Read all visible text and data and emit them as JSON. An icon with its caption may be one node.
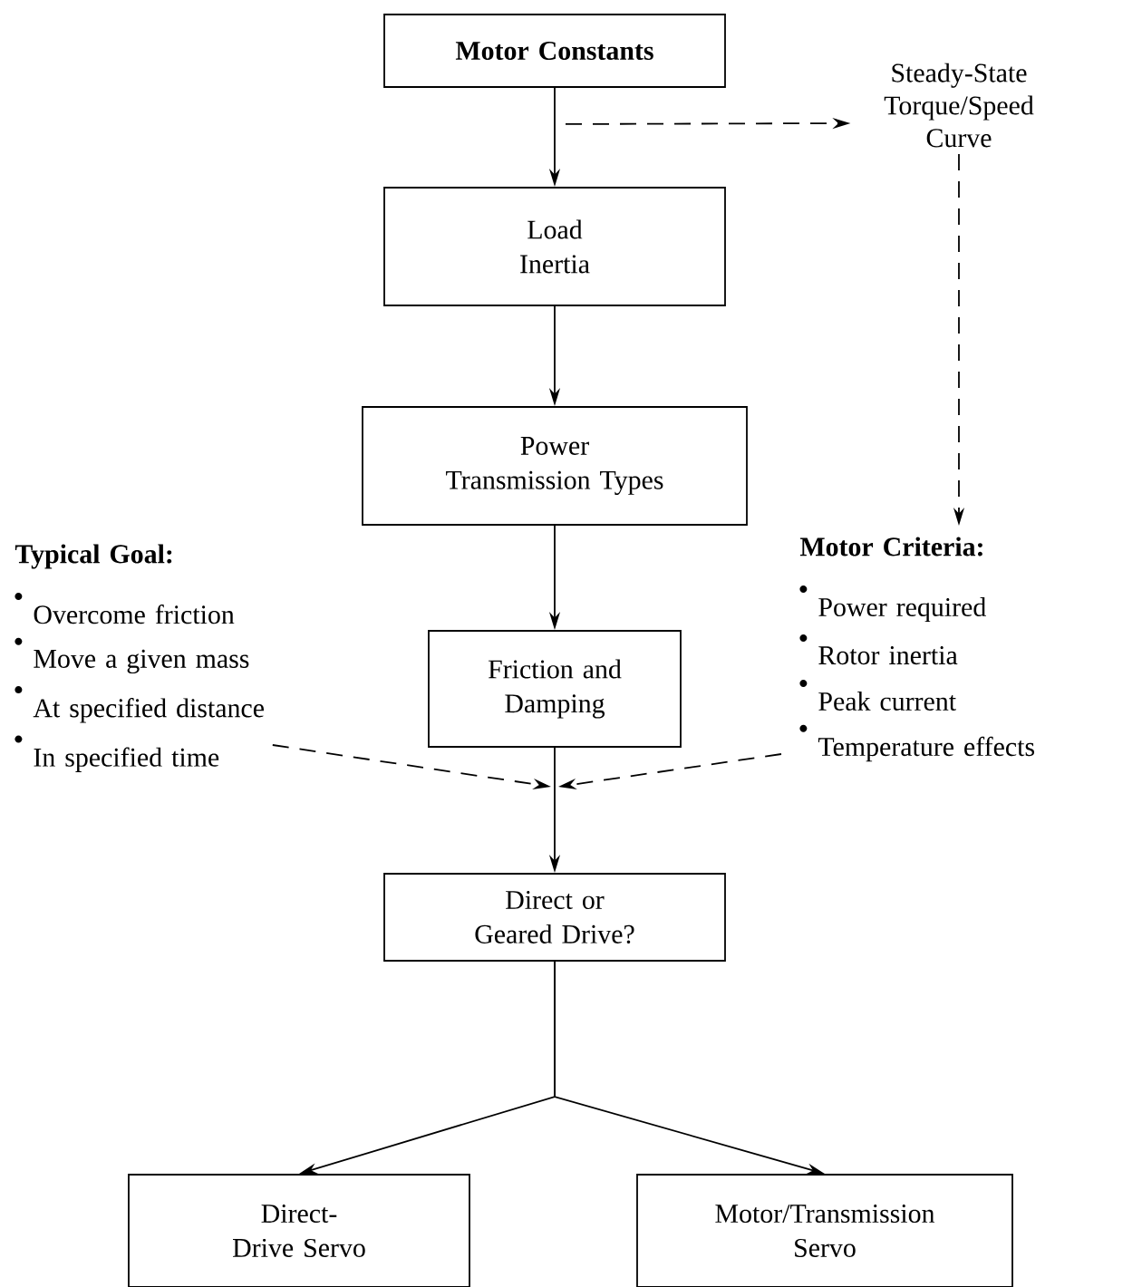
{
  "diagram": {
    "nodes": [
      {
        "text": [
          "Motor Constants"
        ]
      },
      {
        "text": [
          "Load Inertia"
        ]
      },
      {
        "text": [
          "Power Transmission Types"
        ]
      },
      {
        "text": [
          "Friction and Damping"
        ]
      },
      {
        "text": [
          "Direct or Geared Drive?"
        ]
      },
      {
        "text": [
          "Direct-Drive Servo"
        ]
      },
      {
        "text": [
          "Motor/Transmission Servo"
        ]
      },
      {
        "text": [
          "Steady-State Torque/Speed Curve"
        ]
      },
      {
        "text": [
          "Motor Criteria:",
          "Power required",
          "Rotor inertia",
          "Peak current",
          "Temperature effects"
        ]
      },
      {
        "text": [
          "Typical Goal:",
          "Overcome friction",
          "Move a given mass",
          "At specified distance",
          "In specified time"
        ]
      }
    ],
    "edges": [
      {
        "from": 0,
        "to": 1,
        "arrow": "to"
      },
      {
        "from": 0,
        "to": 7,
        "arrow": "to",
        "style": "dashed"
      },
      {
        "from": 7,
        "to": 8,
        "arrow": "to",
        "style": "dashed"
      },
      {
        "from": 1,
        "to": 2,
        "arrow": "to"
      },
      {
        "from": 2,
        "to": 3,
        "arrow": "to"
      },
      {
        "from": 3,
        "to": 4,
        "arrow": "to"
      },
      {
        "from": 9,
        "to": null,
        "arrow": "to",
        "style": "dashed"
      },
      {
        "from": 8,
        "to": null,
        "arrow": "to",
        "style": "dashed"
      },
      {
        "from": 4,
        "to": 5,
        "arrow": "to"
      },
      {
        "from": 4,
        "to": 6,
        "arrow": "to"
      }
    ]
  }
}
